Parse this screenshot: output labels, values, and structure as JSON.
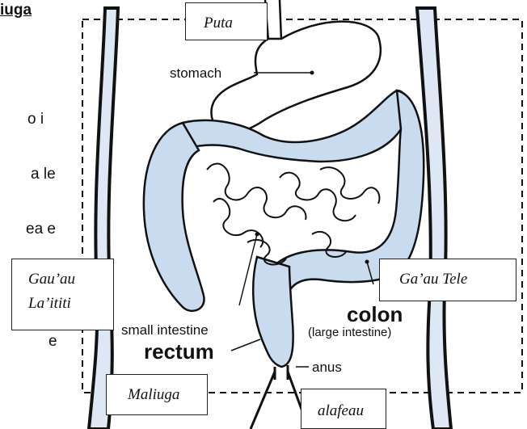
{
  "heading": "iuga",
  "fragments": {
    "frag1": "o i",
    "frag2": "a le",
    "frag3": "ea e",
    "frag4": "e"
  },
  "diagram_labels": {
    "stomach": "stomach",
    "small_intestine": "small intestine",
    "rectum": "rectum",
    "colon": "colon",
    "large_intestine": "(large intestine)",
    "anus": "anus"
  },
  "boxes": {
    "puta": "Puta",
    "gauau_line1": "Gau’au",
    "gauau_line2": "La’ititi",
    "gaau_tele": "Ga’au Tele",
    "maliuga": "Maliuga",
    "alafeau": "alafeau"
  },
  "colors": {
    "organ_fill": "#c9dcef",
    "outline": "#111111",
    "body_fill": "#dde8f4"
  }
}
